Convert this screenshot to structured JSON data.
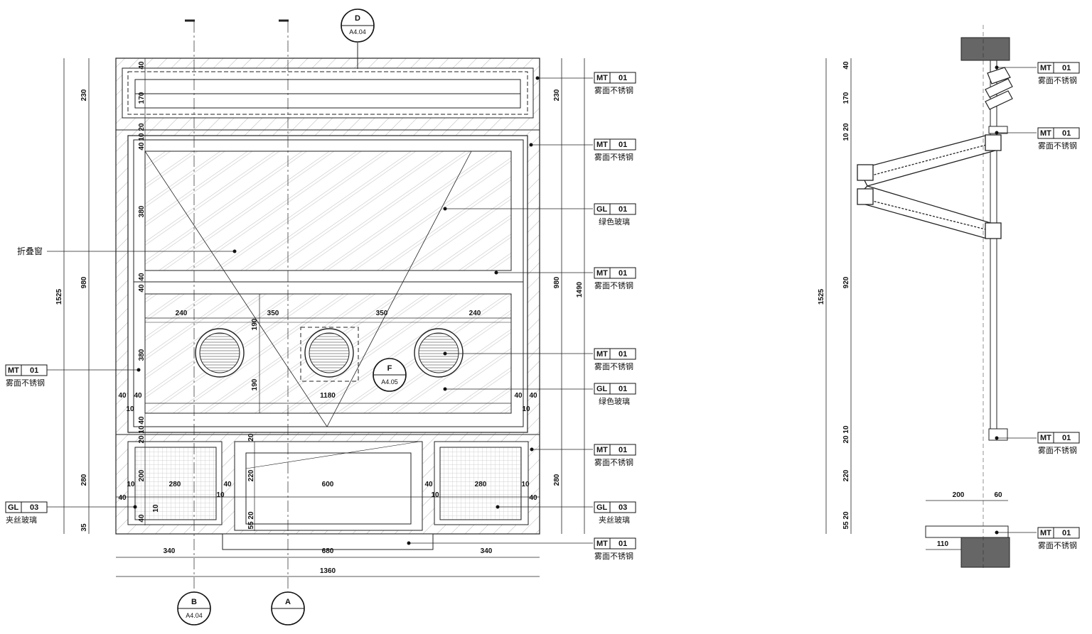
{
  "callouts": {
    "section_top": {
      "letter": "D",
      "sheet": "A4.04"
    },
    "detail": {
      "letter": "F",
      "sheet": "A4.05"
    },
    "section_b": {
      "letter": "B",
      "sheet": "A4.04"
    },
    "section_a": {
      "letter": "A",
      "sheet": ""
    }
  },
  "elevation_dims": {
    "h_240_left": "240",
    "h_350_left": "350",
    "h_350_right": "350",
    "h_240_right": "240",
    "h_1180": "1180",
    "h_280_left": "280",
    "h_600": "600",
    "h_280_right": "280",
    "h_340_left": "340",
    "h_680": "680",
    "h_340_right": "340",
    "h_1360": "1360",
    "h_40_a": "40",
    "h_40_b": "40",
    "h_10_a": "10",
    "h_40_c": "40",
    "h_40_d": "40",
    "h_10_b": "10",
    "h_40_e": "40",
    "h_10_c": "10",
    "h_10_d": "10",
    "h_40_f": "40",
    "h_40_g": "40",
    "h_10_e": "10",
    "h_10_f": "10",
    "h_40_h": "40",
    "v_230_left": "230",
    "v_1525": "1525",
    "v_980_left": "980",
    "v_280_left": "280",
    "v_35": "35",
    "v_230_right": "230",
    "v_980_right": "980",
    "v_1490": "1490",
    "v_280_right": "280",
    "v_40_top": "40",
    "v_170": "170",
    "v_1020": "10 20",
    "v_40_a": "40",
    "v_380_a": "380",
    "v_40_b": "40",
    "v_40_c": "40",
    "v_380_b": "380",
    "v_40_d": "40",
    "v_2010": "20 10",
    "v_200": "200",
    "v_40_e": "40",
    "v_10": "10",
    "v_190_a": "190",
    "v_190_b": "190",
    "v_20": "20",
    "v_220": "220",
    "v_5520": "55 20"
  },
  "section_dims": {
    "v_1525": "1525",
    "v_40": "40",
    "v_170": "170",
    "v_1020": "10 20",
    "v_920": "920",
    "v_2010": "20 10",
    "v_220": "220",
    "v_5520": "55 20",
    "h_200": "200",
    "h_60": "60",
    "h_110": "110"
  },
  "note_left": "折叠窗",
  "tags_elevation": [
    {
      "code": "MT",
      "num": "01",
      "name": "雾面不锈钢"
    },
    {
      "code": "MT",
      "num": "01",
      "name": "雾面不锈钢"
    },
    {
      "code": "GL",
      "num": "01",
      "name": "绿色玻璃"
    },
    {
      "code": "MT",
      "num": "01",
      "name": "雾面不锈钢"
    },
    {
      "code": "MT",
      "num": "01",
      "name": "雾面不锈钢"
    },
    {
      "code": "GL",
      "num": "01",
      "name": "绿色玻璃"
    },
    {
      "code": "MT",
      "num": "01",
      "name": "雾面不锈钢"
    },
    {
      "code": "GL",
      "num": "03",
      "name": "夹丝玻璃"
    },
    {
      "code": "MT",
      "num": "01",
      "name": "雾面不锈钢"
    }
  ],
  "tags_left": [
    {
      "code": "MT",
      "num": "01",
      "name": "雾面不锈钢"
    },
    {
      "code": "GL",
      "num": "03",
      "name": "夹丝玻璃"
    }
  ],
  "tags_section": [
    {
      "code": "MT",
      "num": "01",
      "name": "雾面不锈钢"
    },
    {
      "code": "MT",
      "num": "01",
      "name": "雾面不锈钢"
    },
    {
      "code": "MT",
      "num": "01",
      "name": "雾面不锈钢"
    },
    {
      "code": "MT",
      "num": "01",
      "name": "雾面不锈钢"
    }
  ],
  "colors": {
    "line": "#222222",
    "hatch": "#9a9a9a",
    "wall": "#666666"
  }
}
